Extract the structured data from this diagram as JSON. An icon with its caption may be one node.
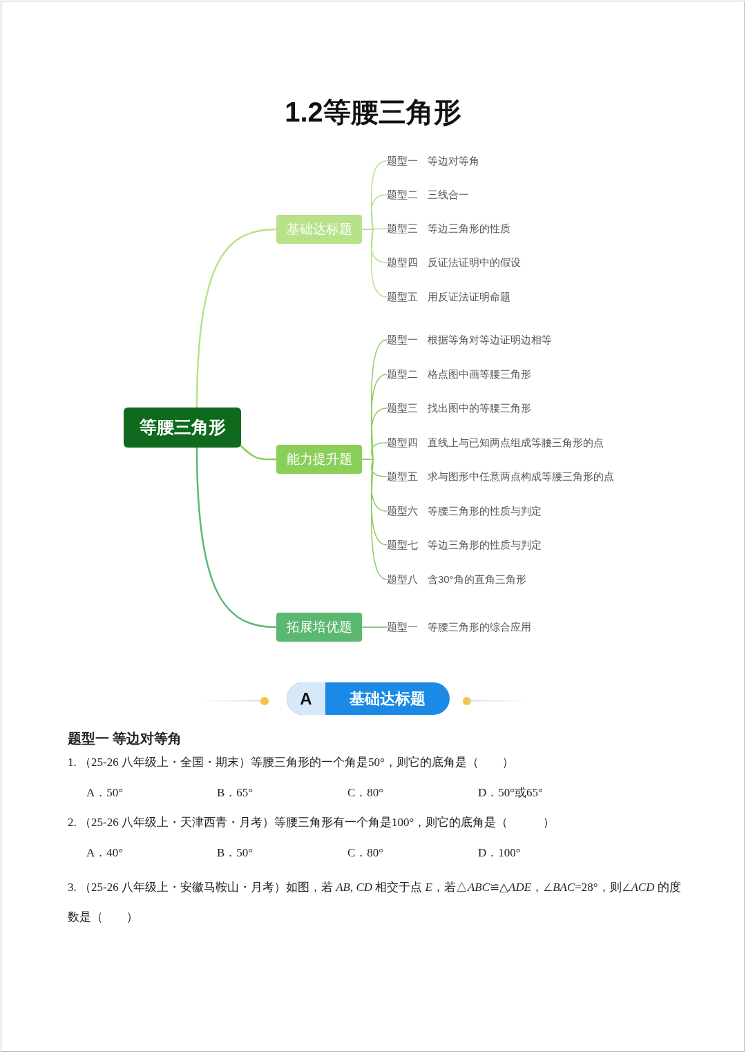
{
  "diagram": {
    "title": "1.2等腰三角形",
    "nodes": [
      {
        "text": [
          "等腰三角形"
        ]
      },
      {
        "text": [
          "基础达标题"
        ]
      },
      {
        "text": [
          "能力提升题"
        ]
      },
      {
        "text": [
          "拓展培优题"
        ]
      },
      {
        "text": [
          "题型一",
          "等边对等角"
        ]
      },
      {
        "text": [
          "题型二",
          "三线合一"
        ]
      },
      {
        "text": [
          "题型三",
          "等边三角形的性质"
        ]
      },
      {
        "text": [
          "题型四",
          "反证法证明中的假设"
        ]
      },
      {
        "text": [
          "题型五",
          "用反证法证明命题"
        ]
      },
      {
        "text": [
          "题型一",
          "根据等角对等边证明边相等"
        ]
      },
      {
        "text": [
          "题型二",
          "格点图中画等腰三角形"
        ]
      },
      {
        "text": [
          "题型三",
          "找出图中的等腰三角形"
        ]
      },
      {
        "text": [
          "题型四",
          "直线上与已知两点组成等腰三角形的点"
        ]
      },
      {
        "text": [
          "题型五",
          "求与图形中任意两点构成等腰三角形的点"
        ]
      },
      {
        "text": [
          "题型六",
          "等腰三角形的性质与判定"
        ]
      },
      {
        "text": [
          "题型七",
          "等边三角形的性质与判定"
        ]
      },
      {
        "text": [
          "题型八",
          "含30°角的直角三角形"
        ]
      },
      {
        "text": [
          "题型一",
          "等腰三角形的综合应用"
        ]
      }
    ],
    "edges": [
      {
        "from": 0,
        "to": 1,
        "arrow": "none",
        "color": "#b7e28a"
      },
      {
        "from": 0,
        "to": 2,
        "arrow": "none"
      },
      {
        "from": 0,
        "to": 3,
        "arrow": "none",
        "color": "#5bb870"
      },
      {
        "from": 1,
        "to": 4,
        "arrow": "none",
        "color": "#b7e28a"
      },
      {
        "from": 1,
        "to": 5,
        "arrow": "none",
        "color": "#b7e28a"
      },
      {
        "from": 1,
        "to": 6,
        "arrow": "none",
        "color": "#b7e28a"
      },
      {
        "from": 1,
        "to": 7,
        "arrow": "none",
        "color": "#b7e28a"
      },
      {
        "from": 1,
        "to": 8,
        "arrow": "none",
        "color": "#b7e28a"
      },
      {
        "from": 2,
        "to": 9,
        "arrow": "none"
      },
      {
        "from": 2,
        "to": 10,
        "arrow": "none"
      },
      {
        "from": 2,
        "to": 11,
        "arrow": "none"
      },
      {
        "from": 2,
        "to": 12,
        "arrow": "none"
      },
      {
        "from": 2,
        "to": 13,
        "arrow": "none"
      },
      {
        "from": 2,
        "to": 14,
        "arrow": "none"
      },
      {
        "from": 2,
        "to": 15,
        "arrow": "none"
      },
      {
        "from": 2,
        "to": 16,
        "arrow": "none"
      },
      {
        "from": 3,
        "to": 17,
        "arrow": "none",
        "color": "#5bb870"
      }
    ],
    "labels": [
      "A",
      "基础达标题",
      "题型一 等边对等角",
      "1. （25-26 八年级上・全国・期末）等腰三角形的一个角是50°，则它的底角是（　　）",
      "A．50°",
      "B．65°",
      "C．80°",
      "D．50°或65°",
      "2. （25-26 八年级上・天津西青・月考）等腰三角形有一个角是100°，则它的底角是（　　　）",
      "A．40°",
      "B．50°",
      "C．80°",
      "D．100°",
      "3. （25-26 八年级上・安徽马鞍山・月考）如图，若 *AB*, *CD* 相交于点 *E*，若△*ABC*≌△*ADE*，∠*BAC*=28°，则∠*ACD* 的度数是（　　）"
    ]
  }
}
